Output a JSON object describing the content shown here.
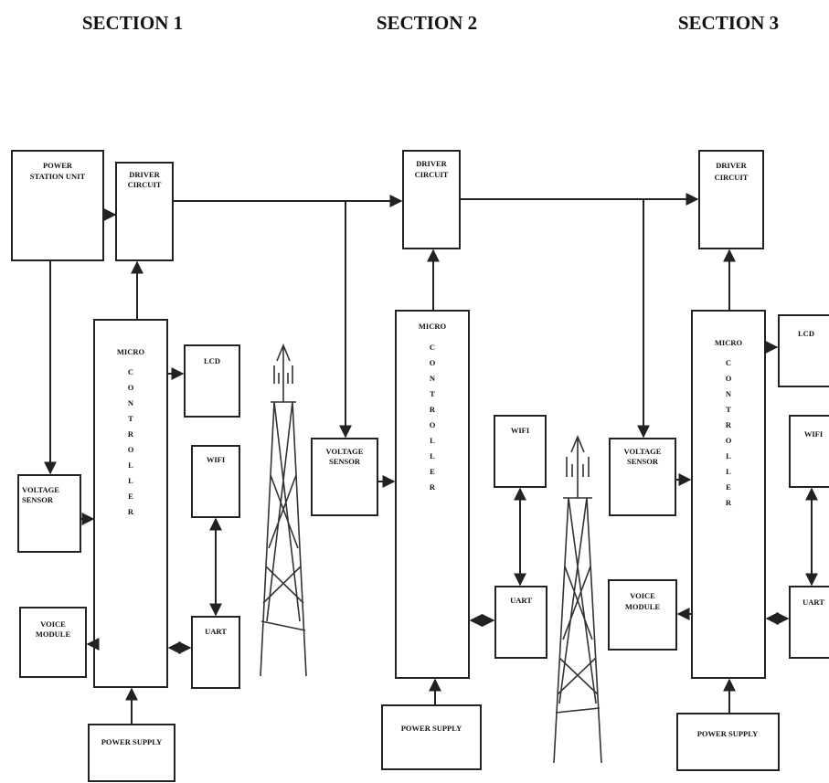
{
  "sections": [
    {
      "title": "SECTION 1"
    },
    {
      "title": "SECTION 2"
    },
    {
      "title": "SECTION 3"
    }
  ],
  "labels": {
    "power_station_unit": [
      "POWER",
      "STATION UNIT"
    ],
    "driver_circuit": [
      "DRIVER",
      "CIRCUIT"
    ],
    "micro": "MICRO",
    "controller_letters": [
      "C",
      "O",
      "N",
      "T",
      "R",
      "O",
      "L",
      "L",
      "E",
      "R"
    ],
    "lcd": "LCD",
    "wifi": "WIFI",
    "uart": "UART",
    "voltage_sensor": [
      "VOLTAGE",
      "SENSOR"
    ],
    "voice_module": [
      "VOICE",
      "MODULE"
    ],
    "power_supply": "POWER SUPPLY"
  },
  "colors": {
    "line": "#222222",
    "background": "#ffffff"
  },
  "icons": [
    "antenna-tower-icon"
  ]
}
